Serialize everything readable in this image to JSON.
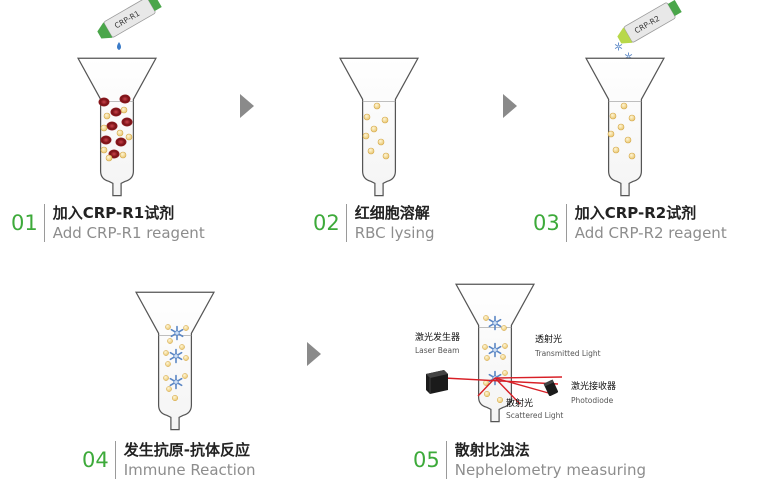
{
  "steps": [
    {
      "num": "01",
      "zh": "加入CRP-R1试剂",
      "en": "Add CRP-R1 reagent"
    },
    {
      "num": "02",
      "zh": "红细胞溶解",
      "en": "RBC lysing"
    },
    {
      "num": "03",
      "zh": "加入CRP-R2试剂",
      "en": "Add CRP-R2 reagent"
    },
    {
      "num": "04",
      "zh": "发生抗原-抗体反应",
      "en": "Immune Reaction"
    },
    {
      "num": "05",
      "zh": "散射比浊法",
      "en": "Nephelometry measuring"
    }
  ],
  "vials": {
    "r1_label": "CRP-R1",
    "r2_label": "CRP-R2"
  },
  "measure": {
    "laser_zh": "激光发生器",
    "laser_en": "Laser Beam",
    "transmit_zh": "透射光",
    "transmit_en": "Transmitted Light",
    "detector_zh": "激光接收器",
    "detector_en": "Photodiode",
    "scatter_zh": "散射光",
    "scatter_en": "Scattered Light"
  },
  "colors": {
    "accent_green": "#3daa3a",
    "rbc_red": "#8b1a1f",
    "bead_yellow": "#f2d58a",
    "antibody_blue": "#5a86c4",
    "laser_red": "#d81f26",
    "arrow_gray": "#8a8a8a"
  }
}
